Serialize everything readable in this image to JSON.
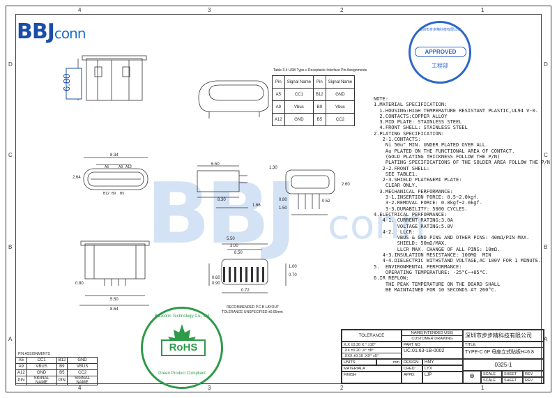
{
  "logo": {
    "bbj": "BBJ",
    "conn": "conn"
  },
  "grid": {
    "top": [
      "4",
      "3",
      "2",
      "1"
    ],
    "side": [
      "D",
      "C",
      "B",
      "A"
    ]
  },
  "dims": {
    "d680": "6.80",
    "d834": "8.34",
    "d264": "2.64",
    "d650": "6.50",
    "d830": "8.30",
    "d166": "1.66",
    "d130": "1.30",
    "d260": "2.60",
    "d080": "0.80",
    "d150": "1.50",
    "d552": "0.52",
    "d550": "5.50",
    "d300": "3.00",
    "d850": "8.50",
    "d864": "8.64",
    "d072": "0.72",
    "d100": "1.00",
    "d070": "0.70",
    "d060": "0.60",
    "d090": "0.90"
  },
  "pin_labels": {
    "a5": "A5",
    "a9": "A9",
    "a12": "A12",
    "b12": "B12",
    "b9": "B9",
    "b5": "B5"
  },
  "pcb": {
    "line1": "RECOMMENDED  P.C.B  LAYOUT",
    "line2": "TOLERANCE UNSPECIFIED ±0.05mm"
  },
  "pin_table_top": {
    "caption": "Table 3-4 USB Type-c Receptacle Interface Pin Assignments",
    "headers": [
      "Pin",
      "Signal Name",
      "Pin",
      "Signal Name"
    ],
    "rows": [
      [
        "A5",
        "CC1",
        "B12",
        "GND"
      ],
      [
        "A9",
        "Vbus",
        "B9",
        "Vbus"
      ],
      [
        "A12",
        "GND",
        "B5",
        "CC2"
      ]
    ]
  },
  "pin_table_bottom": {
    "caption": "PIN ASSIGNMENTS",
    "rows": [
      [
        "A5",
        "CC1",
        "B12",
        "GND"
      ],
      [
        "A9",
        "VBUS",
        "B9",
        "VBUS"
      ],
      [
        "A12",
        "GND",
        "B5",
        "CC2"
      ],
      [
        "PIN",
        "SIGNAL NAME",
        "PIN",
        "SIGNAL NAME"
      ]
    ]
  },
  "notes": [
    "NOTE:",
    "1.MATERIAL SPECIFICATION:",
    "  1.HOUSING:HIGH TEMPERATURE RESISTANT PLASTIC,UL94 V-0.",
    "  2.CONTACTS:COPPER ALLOY",
    "  3.MID PLATE: STAINLESS STEEL",
    "  4.FRONT SHELL: STAINLESS STEEL",
    "2.PLATING SPECIFICATION:",
    "   2-1.CONTACTS:",
    "    Ni 50u\" MIN. UNDER PLATED OVER ALL.",
    "    Au PLATED ON THE FUNCTIONAL AREA OF CONTACT.",
    "    (GOLD PLATING THICKNESS FOLLOW THE P/N)",
    "    PLATING SPECIFICATIONS OF THE SOLDER AREA FOLLOW THE P/N",
    "   2-2.FRONT SHELL:",
    "    SEE TABLE1.",
    "   2-3.SHIELD PLATE&EMI PLATE:",
    "    CLEAR ONLY.",
    "  3.MECHANICAL PERFORMANCE:",
    "    3-1.INSERTION FORCE: 0.5~2.0kgf.",
    "    3-2.REMOVAL FORCE: 0.8kgf~2.0kgf.",
    "    3-3.DURABILITY: 5000 CYCLES.",
    "4.ELECTRICAL PERFORMANCE:",
    "   4-1. CURRENT RATING:3.0A",
    "        VOLTAGE RATING:5.0V",
    "   4-2.  LLCR:",
    "        VBUS & GND PINS AND OTHER PINS: 40mΩ/PIN MAX.",
    "        SHIELD: 50mΩ/MAX.",
    "        LLCR MAX. CHANGE OF ALL PINS: 10mΩ.",
    "   4-3.INSULATION RESISTANCE: 100MΩ  MIN",
    "   4-4.DIELECTRIC WITHSTAND VOLTAGE,AC 100V FOR 1 MINUTE.",
    "5.  ENVIRONMENTAL PERFORMANCE:",
    "    OPERATING TEMPERATURE: -25°C~+85°C.",
    "6.IR REFLOW:",
    "    THE PEAK TEMPERATURE ON THE BOARD SHALL",
    "    BE MAINTAINED FOR 10 SECONDS AT 260°C."
  ],
  "stamp": {
    "approved": "APPROVED",
    "dept": "工程部",
    "ring": "深圳市步步精科技有限公司"
  },
  "rohs": {
    "label": "RoHS",
    "ring_top": "BBJconn Technology Co., Ltd",
    "ring_bottom": "Green Product Compliant"
  },
  "title_block": {
    "tolerance": "TOLERANCE",
    "name_label": "NAME(INTENDED USE)",
    "customer": "CUSTOMER DRAWING",
    "company": "深圳市步步精科技有限公司",
    "tol_rows": [
      "X.X  ±0.30  X.°  ±10°",
      ".XX  ±0.20  .X°  ±8°",
      ".XXX  ±0.10  .XX°  ±5°"
    ],
    "part_no_label": "PART NO",
    "part_no": "UC.01.63-1B-0002",
    "title_label": "TITLE:",
    "title": "TYPE-C 6P 母座立式贴板H=6.8",
    "units_label": "UNITS",
    "units": "mm",
    "design_label": "DESIGN:",
    "design": "HMY",
    "material_label": "MATERIALA",
    "ched_label": "CHED:",
    "ched": "LYX",
    "finish_label": "FINISH",
    "appd_label": "APPD:",
    "appd": "LJP",
    "doc_no": "0325-1",
    "scale": "SCALE",
    "sheet": "SHEET",
    "rev": "REV.",
    "scale2": "SCALE",
    "sheet2": "SHEET",
    "rev2": "REV."
  }
}
